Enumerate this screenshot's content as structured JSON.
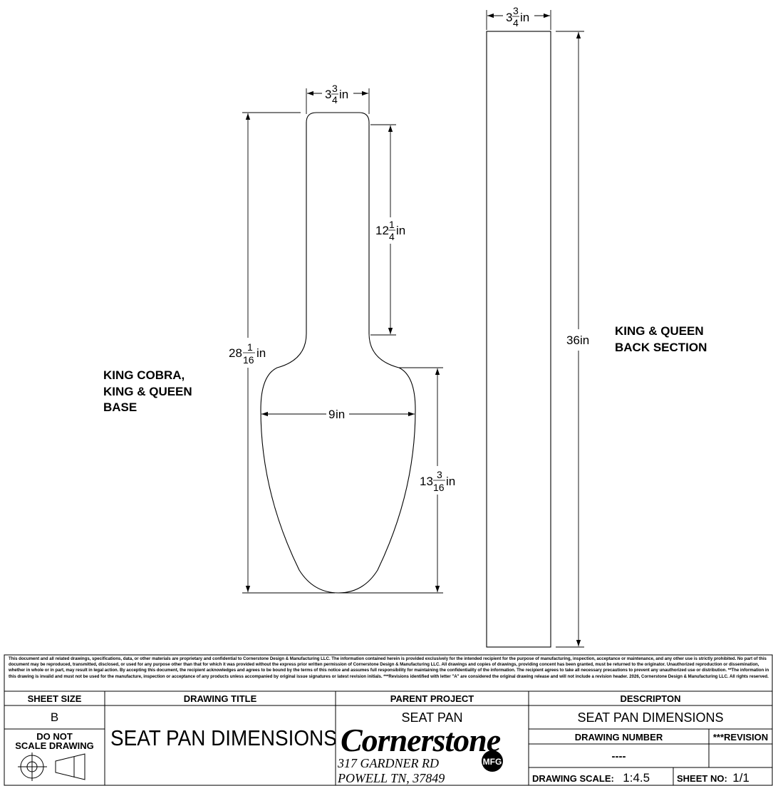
{
  "parts": {
    "base": {
      "label_lines": [
        "KING COBRA,",
        "KING & QUEEN",
        "BASE"
      ],
      "dims": {
        "top_width": {
          "whole": "3",
          "num": "3",
          "den": "4",
          "unit": "in"
        },
        "neck_length": {
          "whole": "12",
          "num": "1",
          "den": "4",
          "unit": "in"
        },
        "overall_height": {
          "whole": "28",
          "num": "1",
          "den": "16",
          "unit": "in"
        },
        "base_width": {
          "whole": "9",
          "unit": "in"
        },
        "base_height": {
          "whole": "13",
          "num": "3",
          "den": "16",
          "unit": "in"
        }
      }
    },
    "back": {
      "label_lines": [
        "KING & QUEEN",
        "BACK SECTION"
      ],
      "dims": {
        "width": {
          "whole": "3",
          "num": "3",
          "den": "4",
          "unit": "in"
        },
        "height": {
          "whole": "36",
          "unit": "in"
        }
      }
    }
  },
  "disclaimer": "This document and all related drawings, specifications, data, or other materials are proprietary and confidential to Cornerstone Design & Manufacturing LLC.  The information contained herein is provided exclusively for the intended recipient for the purpose of manufacturing, inspection, acceptance or maintenance, and any other use is strictly prohibited.  No part of this document may be reproduced, transmitted, disclosed, or used for any purpose other than that for which it was provided without the express prior written permission of Cornerstone Design & Manufacturing LLC.  All drawings and copies of drawings, providing concent has been granted, must be returned to the originator.  Unauthorized reproduction or dissemination, whether in whole or in part, may result in legal action.  By accepting this document, the recipient acknowledges and agrees to be bound by the terms of this notice and assumes full responsibility for maintaining the confidentiality of the information. The recipient agrees to take all necessary precautions to prevent any unauthorized use or distribution.  **The information in this drawing is invalid and must not be used for the manufacture, inspection or acceptance of any products unless accompanied by original issue signatures or latest revision initials.  ***Revisions identified with letter \"A\" are considered the original drawing release and will not include a revision header.  2026, Cornerstone Design & Manufacturing LLC. All rights reserved.",
  "title_block": {
    "sheet_size_label": "SHEET SIZE",
    "sheet_size": "B",
    "do_not_scale": [
      "DO NOT",
      "SCALE DRAWING"
    ],
    "drawing_title_label": "DRAWING TITLE",
    "drawing_title": "SEAT PAN DIMENSIONS",
    "parent_project_label": "PARENT PROJECT",
    "parent_project": "SEAT PAN",
    "description_label": "DESCRIPTON",
    "description": "SEAT PAN DIMENSIONS",
    "drawing_number_label": "DRAWING NUMBER",
    "drawing_number": "----",
    "revision_label": "***REVISION",
    "revision": "",
    "scale_label": "DRAWING SCALE:",
    "scale": "1:4.5",
    "sheet_no_label": "SHEET NO:",
    "sheet_no": "1/1",
    "company": {
      "name": "Cornerstone",
      "badge": "MFG",
      "address_line1": "317 GARDNER RD",
      "address_line2": "POWELL TN, 37849"
    }
  }
}
